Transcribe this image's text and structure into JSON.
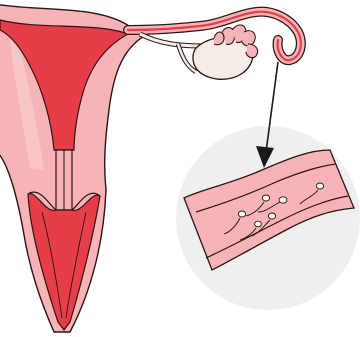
{
  "diagram": {
    "structures": [
      "uterus",
      "uterine-cavity",
      "cervical-canal",
      "vagina",
      "fallopian-tube",
      "ovary",
      "fimbriae"
    ],
    "magnified_view": {
      "subject": "fallopian-tube-section",
      "sperm_count": 6
    },
    "colors": {
      "tissue": "#f7b3b6",
      "tissue_light": "#f8c6c7",
      "lumen": "#e73d48",
      "outline": "#2a1414",
      "ovary": "#f6ece6",
      "magnifier_bg": "#efefef",
      "sperm": "#ffffff"
    }
  }
}
